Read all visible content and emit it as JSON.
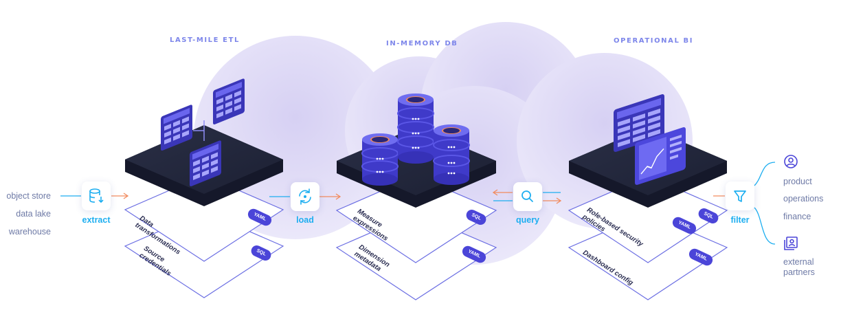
{
  "sections": {
    "etl": "LAST-MILE ETL",
    "db": "IN-MEMORY DB",
    "bi": "OPERATIONAL BI"
  },
  "sources": [
    "object store",
    "data lake",
    "warehouse"
  ],
  "steps": {
    "extract": "extract",
    "load": "load",
    "query": "query",
    "filter": "filter"
  },
  "layers": {
    "etl_top": "Data transformations",
    "etl_top_badge": "YAML",
    "etl_bottom": "Source credentials",
    "etl_bottom_badge": "SQL",
    "db_top": "Measure expressions",
    "db_top_badge": "SQL",
    "db_bottom": "Dimension metadata",
    "db_bottom_badge": "YAML",
    "bi_top": "Role-based security policies",
    "bi_top_badge_1": "YAML",
    "bi_top_badge_2": "SQL",
    "bi_bottom": "Dashboard config",
    "bi_bottom_badge": "YAML"
  },
  "consumers": {
    "group1": [
      "product",
      "operations",
      "finance"
    ],
    "group2": "external partners"
  },
  "colors": {
    "accent": "#1daef0",
    "platform": "#22263a",
    "purple": "#4b45d8",
    "cloud": "#ded9f5",
    "arrow": "#f28b5e",
    "layer_line": "#6c6fe3",
    "title": "#7d86ea",
    "label": "#6e7aa6"
  }
}
